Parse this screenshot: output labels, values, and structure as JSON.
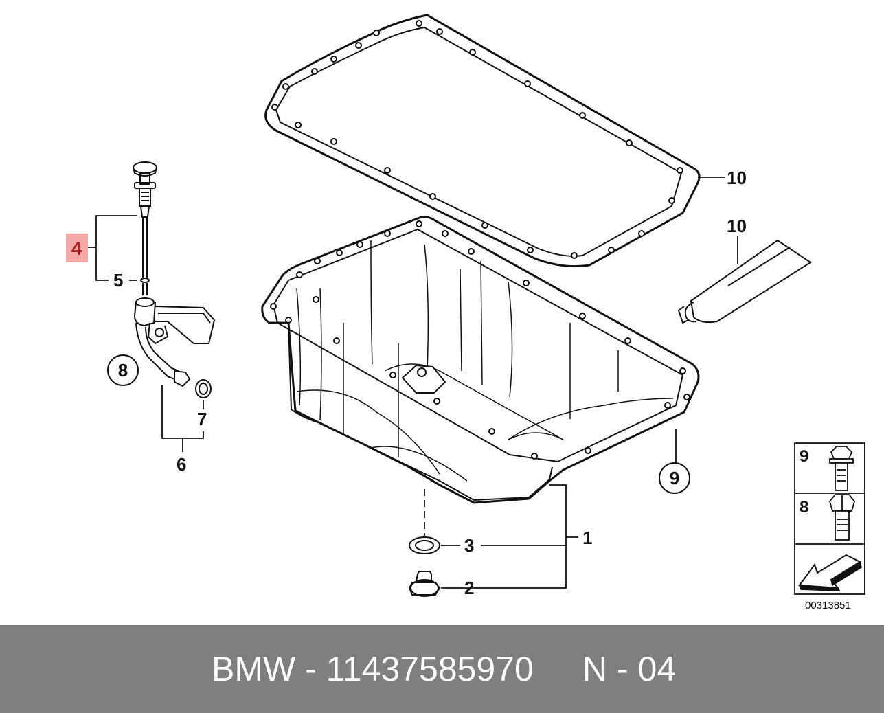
{
  "diagram": {
    "callouts": {
      "c1": "1",
      "c2": "2",
      "c3": "3",
      "c4": "4",
      "c5": "5",
      "c6": "6",
      "c7": "7",
      "c8": "8",
      "c9": "9",
      "c10a": "10",
      "c10b": "10"
    },
    "legend": {
      "row_top": "9",
      "row_bottom": "8"
    },
    "image_number": "00313851",
    "highlight_color": "#f4a7a7"
  },
  "footer": {
    "part_text": "BMW - 11437585970",
    "ref_text": "N - 04"
  }
}
